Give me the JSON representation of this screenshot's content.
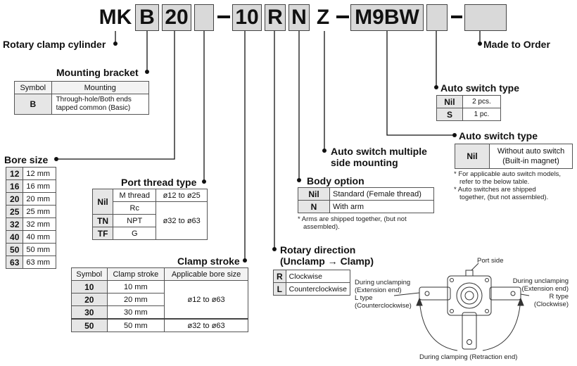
{
  "code": [
    "MK",
    "B",
    "20",
    "",
    "10",
    "R",
    "N",
    "Z",
    "M9BW",
    "",
    ""
  ],
  "labels": {
    "rotary_clamp": "Rotary clamp cylinder",
    "made_to_order": "Made to Order",
    "mounting_bracket": "Mounting bracket",
    "auto_switch_type_1": "Auto switch type",
    "auto_switch_type_2": "Auto switch type",
    "bore_size": "Bore size",
    "port_thread": "Port thread type",
    "asm_1": "Auto switch multiple",
    "asm_2": "side mounting",
    "body_option": "Body option",
    "clamp_stroke": "Clamp stroke",
    "rotary_dir_1": "Rotary direction",
    "rotary_dir_2": "(Unclamp → Clamp)"
  },
  "mounting": {
    "headers": [
      "Symbol",
      "Mounting"
    ],
    "rows": [
      {
        "sym": "B",
        "desc1": "Through-hole/Both ends",
        "desc2": "tapped common (Basic)"
      }
    ]
  },
  "switch_qty": {
    "rows": [
      {
        "sym": "Nil",
        "desc": "2 pcs."
      },
      {
        "sym": "S",
        "desc": "1 pc."
      }
    ]
  },
  "switch_type": {
    "sym": "Nil",
    "desc1": "Without auto switch",
    "desc2": "(Built-in magnet)",
    "notes": [
      "* For applicable auto switch models,",
      "refer to the below table.",
      "* Auto switches are shipped",
      "together, (but not assembled)."
    ]
  },
  "bore": {
    "rows": [
      {
        "sym": "12",
        "size": "12 mm"
      },
      {
        "sym": "16",
        "size": "16 mm"
      },
      {
        "sym": "20",
        "size": "20 mm"
      },
      {
        "sym": "25",
        "size": "25 mm"
      },
      {
        "sym": "32",
        "size": "32 mm"
      },
      {
        "sym": "40",
        "size": "40 mm"
      },
      {
        "sym": "50",
        "size": "50 mm"
      },
      {
        "sym": "63",
        "size": "63 mm"
      }
    ]
  },
  "port": {
    "nil_sym": "Nil",
    "nil_a": "M thread",
    "range1": "ø12 to ø25",
    "nil_b": "Rc",
    "tn_sym": "TN",
    "tn": "NPT",
    "range2": "ø32 to ø63",
    "tf_sym": "TF",
    "tf": "G"
  },
  "body": {
    "rows": [
      {
        "sym": "Nil",
        "desc": "Standard (Female thread)"
      },
      {
        "sym": "N",
        "desc": "With arm"
      }
    ],
    "notes": [
      "* Arms are shipped together, (but not",
      "assembled)."
    ]
  },
  "stroke": {
    "headers": [
      "Symbol",
      "Clamp stroke",
      "Applicable bore size"
    ],
    "rows": [
      {
        "sym": "10",
        "stroke": "10 mm"
      },
      {
        "sym": "20",
        "stroke": "20 mm"
      },
      {
        "sym": "30",
        "stroke": "30 mm"
      },
      {
        "sym": "50",
        "stroke": "50 mm"
      }
    ],
    "range1": "ø12 to ø63",
    "range2": "ø32 to ø63"
  },
  "rotary": {
    "rows": [
      {
        "sym": "R",
        "desc": "Clockwise"
      },
      {
        "sym": "L",
        "desc": "Counterclockwise"
      }
    ]
  },
  "fig": {
    "port_side": "Port side",
    "left_1": "During unclamping",
    "left_2": "(Extension end)",
    "left_3": "L type",
    "left_4": "(Counterclockwise)",
    "right_1": "During unclamping",
    "right_2": "(Extension end)",
    "right_3": "R type",
    "right_4": "(Clockwise)",
    "bottom": "During clamping (Retraction end)"
  }
}
